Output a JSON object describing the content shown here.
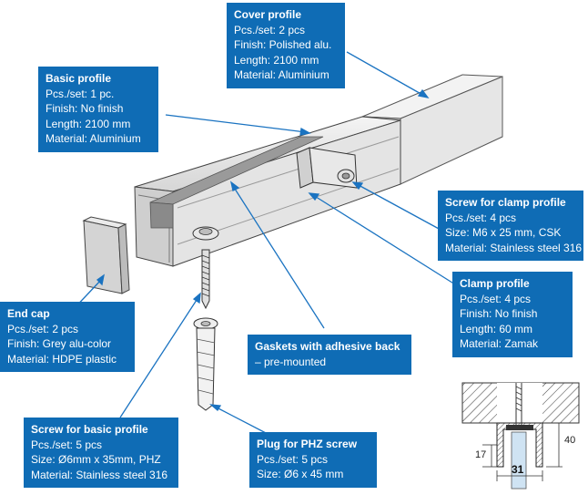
{
  "callouts": {
    "cover_profile": {
      "title": "Cover profile",
      "lines": [
        "Pcs./set: 2 pcs",
        "Finish: Polished alu.",
        "Length: 2100 mm",
        "Material: Aluminium"
      ]
    },
    "basic_profile": {
      "title": "Basic profile",
      "lines": [
        "Pcs./set: 1 pc.",
        "Finish: No finish",
        "Length: 2100 mm",
        "Material: Aluminium"
      ]
    },
    "screw_clamp": {
      "title": "Screw for clamp profile",
      "lines": [
        "Pcs./set: 4 pcs",
        "Size: M6 x 25 mm, CSK",
        "Material: Stainless steel 316"
      ]
    },
    "clamp_profile": {
      "title": "Clamp profile",
      "lines": [
        "Pcs./set: 4 pcs",
        "Finish: No finish",
        "Length: 60 mm",
        "Material: Zamak"
      ]
    },
    "end_cap": {
      "title": "End cap",
      "lines": [
        "Pcs./set: 2 pcs",
        "Finish: Grey alu-color",
        "Material: HDPE plastic"
      ]
    },
    "gaskets": {
      "title": "Gaskets with adhesive back",
      "lines": [
        "– pre-mounted"
      ]
    },
    "screw_basic": {
      "title": "Screw for basic profile",
      "lines": [
        "Pcs./set: 5 pcs",
        "Size: Ø6mm x 35mm, PHZ",
        "Material: Stainless steel 316"
      ]
    },
    "plug": {
      "title": "Plug for PHZ screw",
      "lines": [
        "Pcs./set: 5 pcs",
        "Size: Ø6 x 45 mm"
      ]
    }
  },
  "section_dimensions": {
    "height_right": "40",
    "height_left": "17",
    "width_bottom": "31"
  },
  "colors": {
    "callout_bg": "#0f6cb5",
    "leader": "#1a73c1"
  }
}
